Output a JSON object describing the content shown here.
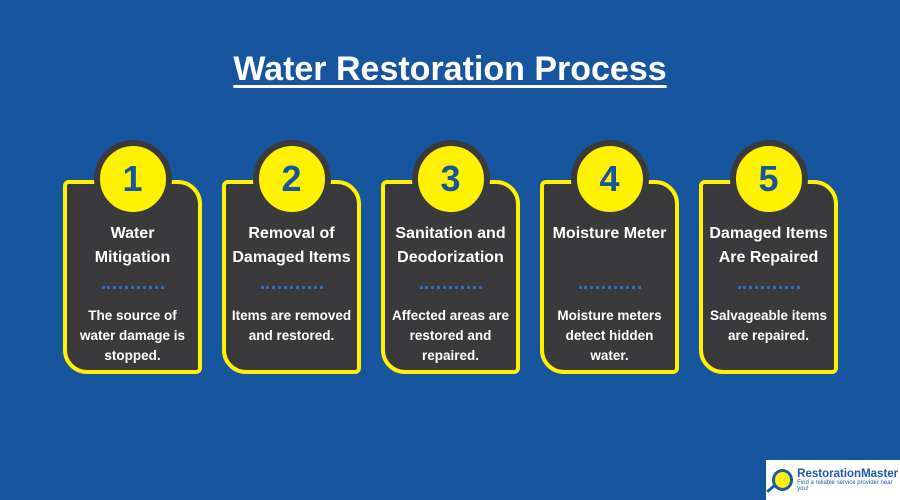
{
  "title": "Water Restoration Process",
  "steps": [
    {
      "number": "1",
      "heading": "Water Mitigation",
      "description": "The source of water damage is stopped."
    },
    {
      "number": "2",
      "heading": "Removal of Damaged Items",
      "description": "Items are removed and restored."
    },
    {
      "number": "3",
      "heading": "Sanitation and Deodorization",
      "description": "Affected areas are restored and repaired."
    },
    {
      "number": "4",
      "heading": "Moisture Meter",
      "description": "Moisture meters detect hidden water."
    },
    {
      "number": "5",
      "heading": "Damaged Items Are Repaired",
      "description": "Salvageable items are repaired."
    }
  ],
  "logo": {
    "name": "RestorationMaster",
    "tagline": "Find a reliable service provider near you!"
  },
  "colors": {
    "background": "#17559e",
    "accent": "#fff200",
    "card": "#3a3a3c"
  }
}
